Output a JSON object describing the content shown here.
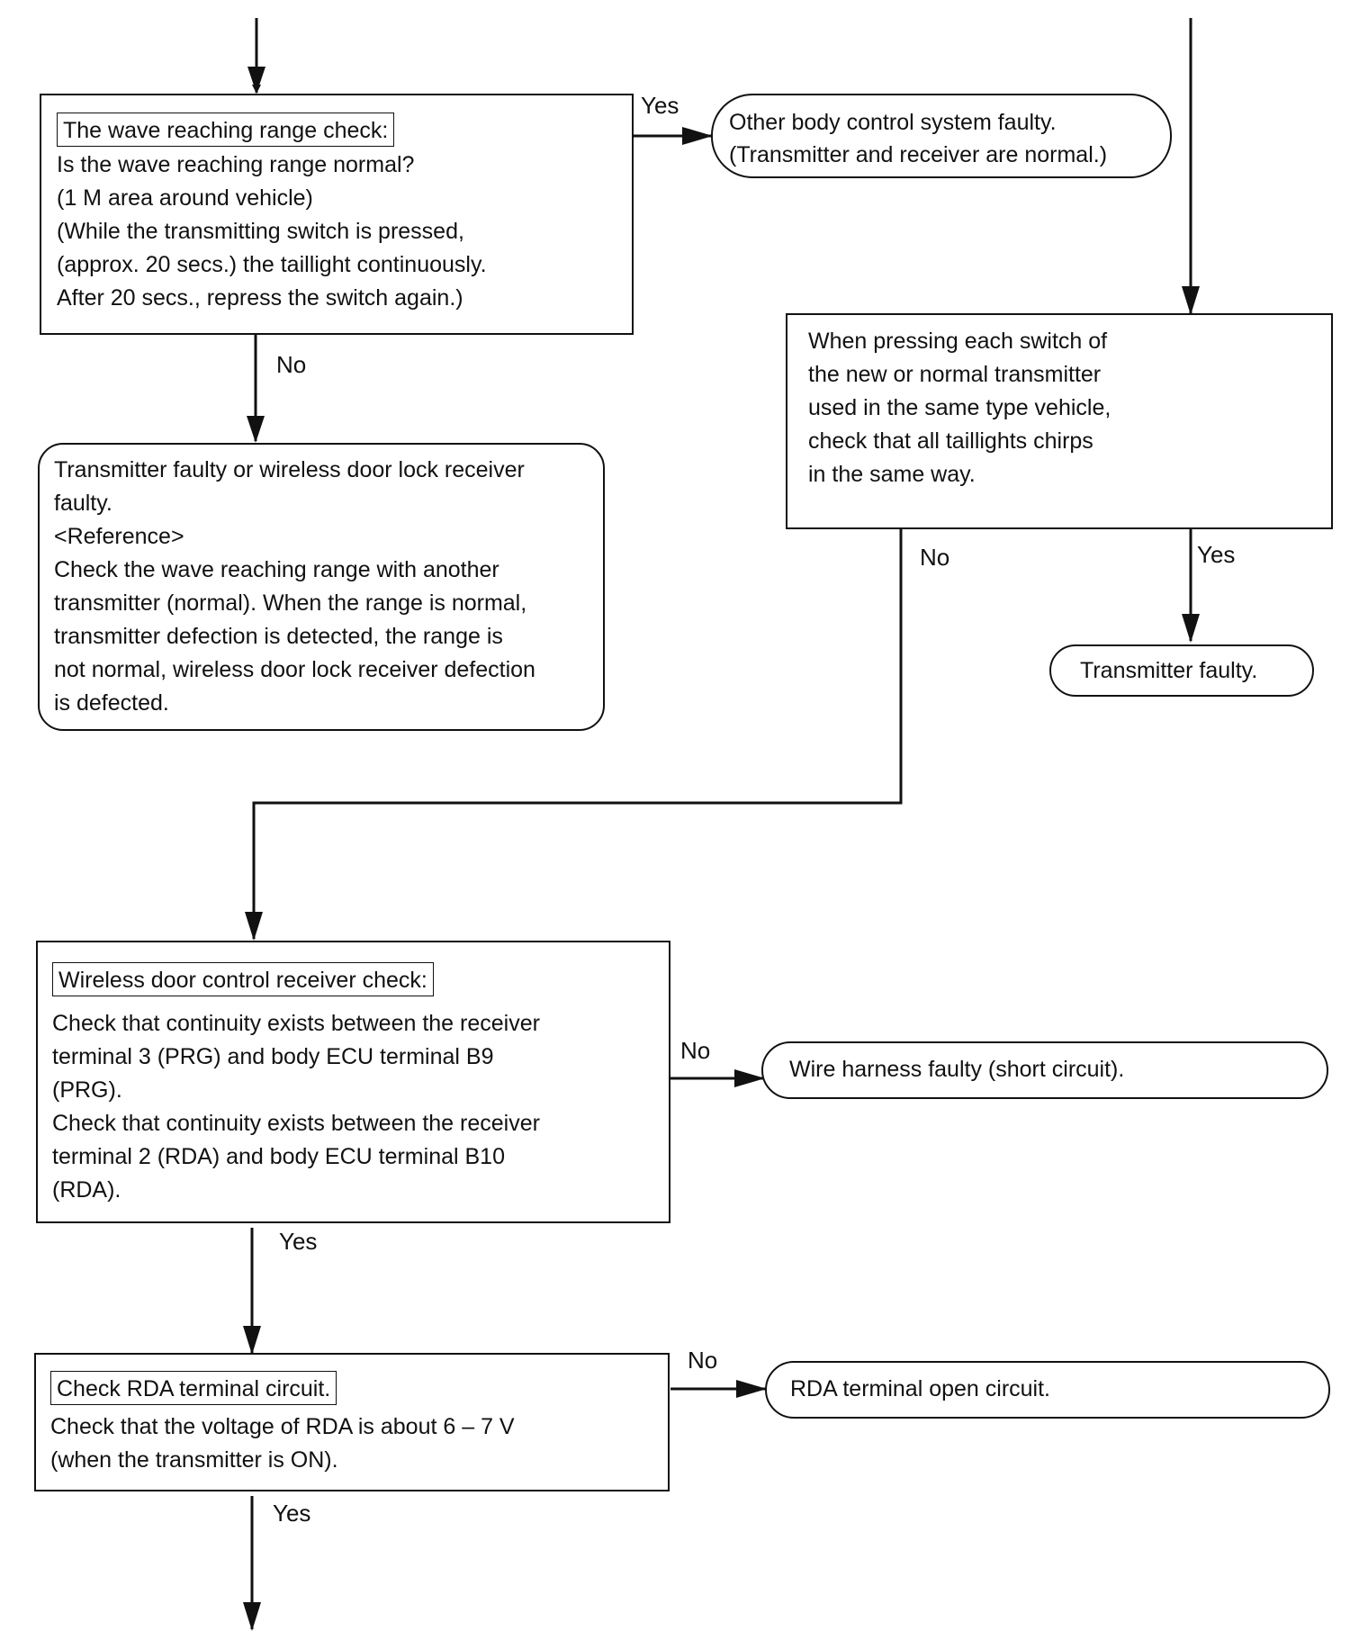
{
  "wave_check": {
    "header": "The wave reaching range check:",
    "body": "Is the wave reaching range normal?\n(1 M area around vehicle)\n(While the transmitting switch is pressed,\n(approx. 20 secs.) the taillight continuously.\nAfter 20 secs., repress the switch again.)"
  },
  "other_faulty": "Other body control system faulty.\n(Transmitter and receiver are normal.)",
  "tx_rx_faulty": "Transmitter faulty or wireless door lock receiver\nfaulty.\n<Reference>\nCheck the wave reaching range with another\ntransmitter (normal). When the range is normal,\ntransmitter defection is detected, the range is\nnot normal, wireless door lock receiver defection\nis defected.",
  "press_check": "When pressing each switch of\nthe new or normal transmitter\nused in the same type vehicle,\ncheck that all taillights chirps\nin the same way.",
  "tx_faulty": "Transmitter faulty.",
  "receiver_check": {
    "header": "Wireless door control receiver check:",
    "body": "Check that continuity exists between the receiver\nterminal 3 (PRG) and body ECU terminal B9\n(PRG).\nCheck that continuity exists between the receiver\nterminal 2 (RDA) and body ECU terminal B10\n(RDA)."
  },
  "harness_faulty": "Wire harness faulty (short circuit).",
  "rda_check": {
    "header": "Check RDA terminal circuit.",
    "body": "Check that the voltage of RDA is about 6 – 7 V\n(when the transmitter is ON)."
  },
  "rda_open": "RDA terminal open circuit.",
  "labels": {
    "yes": "Yes",
    "no": "No"
  }
}
